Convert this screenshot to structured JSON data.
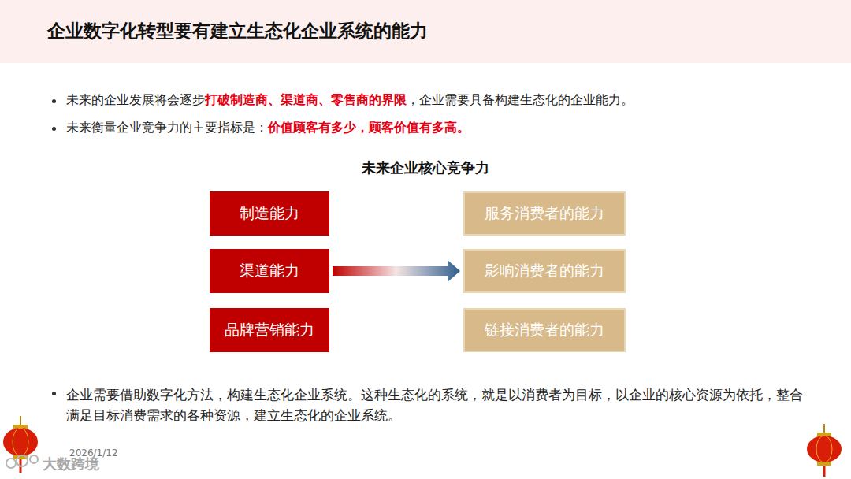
{
  "diagram": {
    "title": "企业数字化转型要有建立生态化企业系统的能力",
    "nodes": [
      {
        "text": [
          "制造能力"
        ]
      },
      {
        "text": [
          "渠道能力"
        ]
      },
      {
        "text": [
          "品牌营销能力"
        ]
      },
      {
        "text": [
          "服务消费者的能力"
        ]
      },
      {
        "text": [
          "影响消费者的能力"
        ]
      },
      {
        "text": [
          "链接消费者的能力"
        ]
      }
    ],
    "edges": [
      {
        "from": 1,
        "to": 4,
        "arrow": "to"
      }
    ],
    "labels": [
      "未来的企业发展将会逐步",
      "打破制造商、渠道商、零售商的界限",
      "，企业需要具备构建生态化的企业能力。",
      "未来衡量企业竞争力的主要指标是：",
      "价值顾客有多少，顾客价值有多高。",
      "未来企业核心竞争力",
      "企业需要借助数字化方法，构建生态化企业系统。这种生态化的系统，就是以消费者为目标，以企业的核心资源为依托，整合满足目标消费需求的各种资源，建立生态化的企业系统。",
      "2026/1/12",
      "大数跨境"
    ]
  }
}
